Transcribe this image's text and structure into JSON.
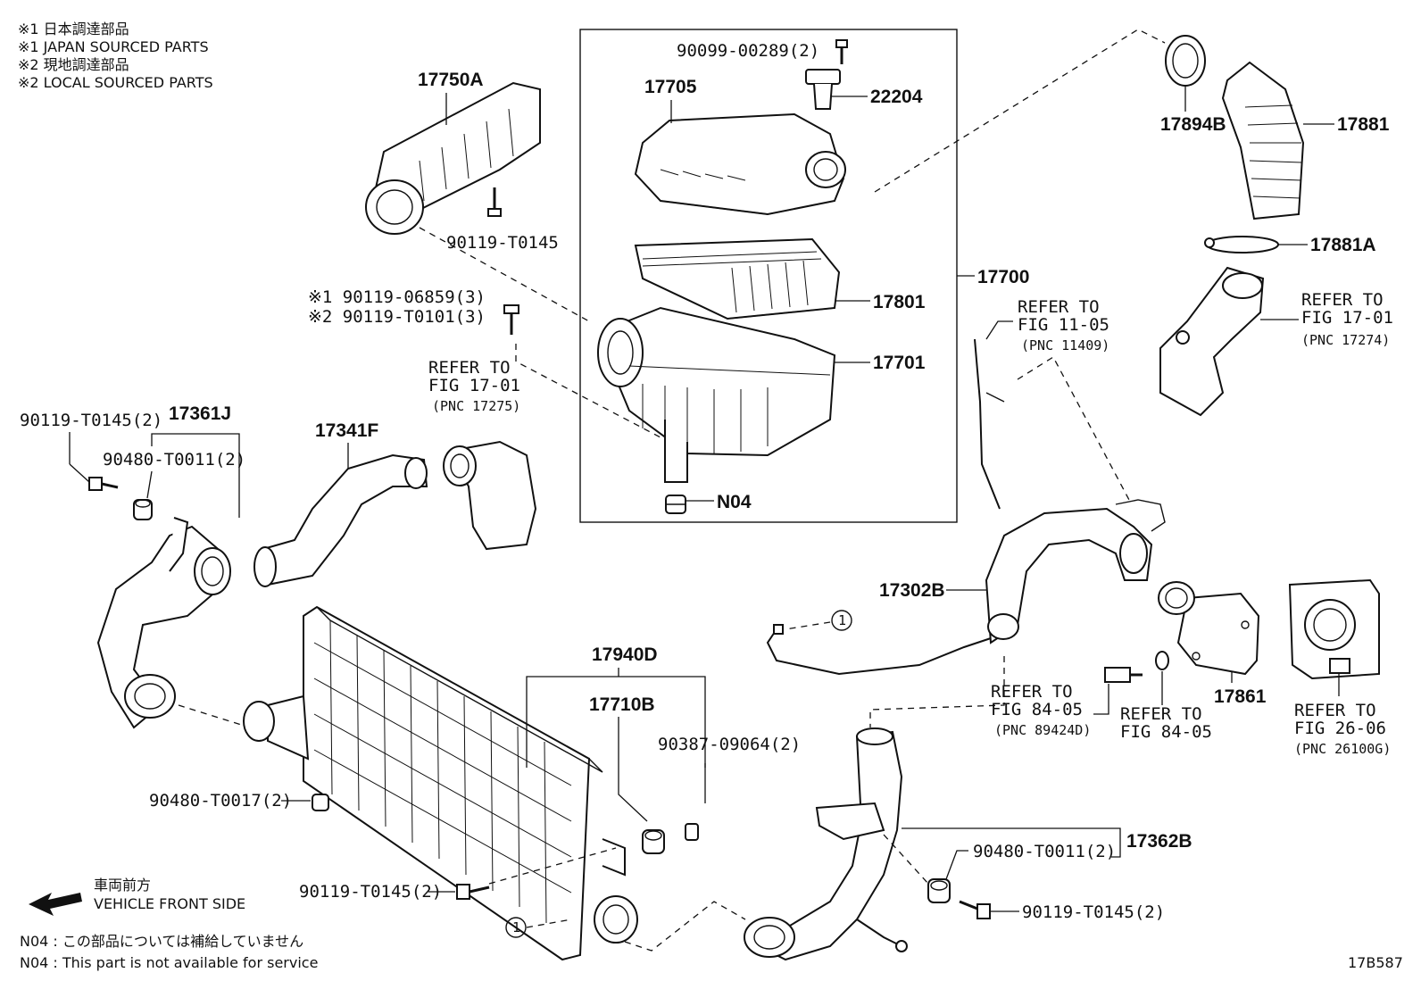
{
  "notes": {
    "n1_jp": "※1  日本調達部品",
    "n1_en": "※1  JAPAN SOURCED PARTS",
    "n2_jp": "※2  現地調達部品",
    "n2_en": "※2  LOCAL SOURCED PARTS",
    "front_jp": "車両前方",
    "front_en": "VEHICLE FRONT SIDE",
    "n04_jp": "N04 : この部品については補給していません",
    "n04_en": "N04 : This part is not available for service",
    "fig_code": "17B587"
  },
  "parts": {
    "p17750A": "17750A",
    "p90119_t0145_top": "90119-T0145",
    "p90099": "90099-00289(2)",
    "p17705": "17705",
    "p22204": "22204",
    "p17801": "17801",
    "p17700": "17700",
    "p17701": "17701",
    "pN04": "N04",
    "p17894B": "17894B",
    "p17881": "17881",
    "p17881A": "17881A",
    "p90119_06859": "※1 90119-06859(3)",
    "p90119_t0101": "※2 90119-T0101(3)",
    "p90119_t0145_left": "90119-T0145(2)",
    "p17361J": "17361J",
    "p90480_t0011_left": "90480-T0011(2)",
    "p17341F": "17341F",
    "p17302B": "17302B",
    "p17940D": "17940D",
    "p17710B": "17710B",
    "p90387": "90387-09064(2)",
    "p90480_t0017": "90480-T0017(2)",
    "p90119_t0145_bot": "90119-T0145(2)",
    "p17861": "17861",
    "p17362B": "17362B",
    "p90480_t0011_right": "90480-T0011(2)",
    "p90119_t0145_right": "90119-T0145(2)",
    "circle_1": "1"
  },
  "refs": {
    "r1_a": "REFER TO",
    "r1_b": "FIG 17-01",
    "r1_c": "(PNC 17275)",
    "r2_a": "REFER TO",
    "r2_b": "FIG 11-05",
    "r2_c": "(PNC 11409)",
    "r3_a": "REFER TO",
    "r3_b": "FIG 17-01",
    "r3_c": "(PNC 17274)",
    "r4_a": "REFER TO",
    "r4_b": "FIG 84-05",
    "r4_c": "(PNC 89424D)",
    "r5_a": "REFER TO",
    "r5_b": "FIG 84-05",
    "r6_a": "REFER TO",
    "r6_b": "FIG 26-06",
    "r6_c": "(PNC 26100G)"
  }
}
